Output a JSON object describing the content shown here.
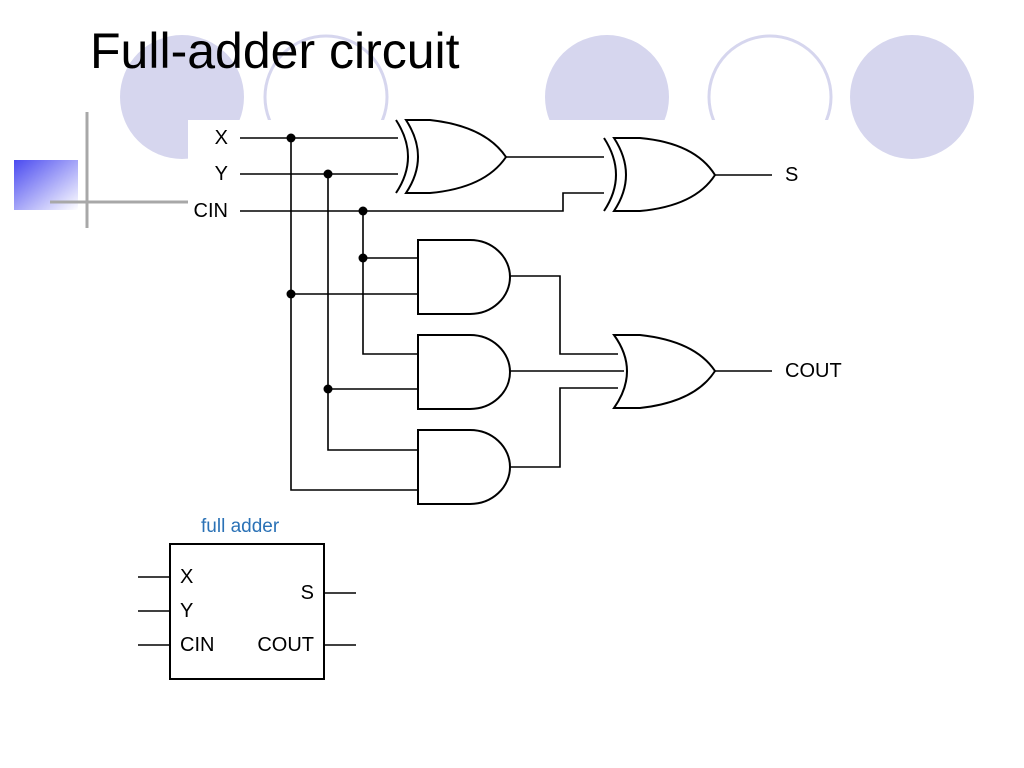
{
  "slide": {
    "title": "Full-adder circuit",
    "accent_color": "#d6d6ee",
    "gradient_color": "#4a4af0"
  },
  "circuit": {
    "inputs": {
      "x": "X",
      "y": "Y",
      "cin": "CIN"
    },
    "outputs": {
      "s": "S",
      "cout": "COUT"
    },
    "gates": [
      "xor",
      "xor",
      "and",
      "and",
      "and",
      "or"
    ]
  },
  "block": {
    "caption": "full adder",
    "caption_color": "#2b72b6",
    "inputs": {
      "x": "X",
      "y": "Y",
      "cin": "CIN"
    },
    "outputs": {
      "s": "S",
      "cout": "COUT"
    }
  }
}
